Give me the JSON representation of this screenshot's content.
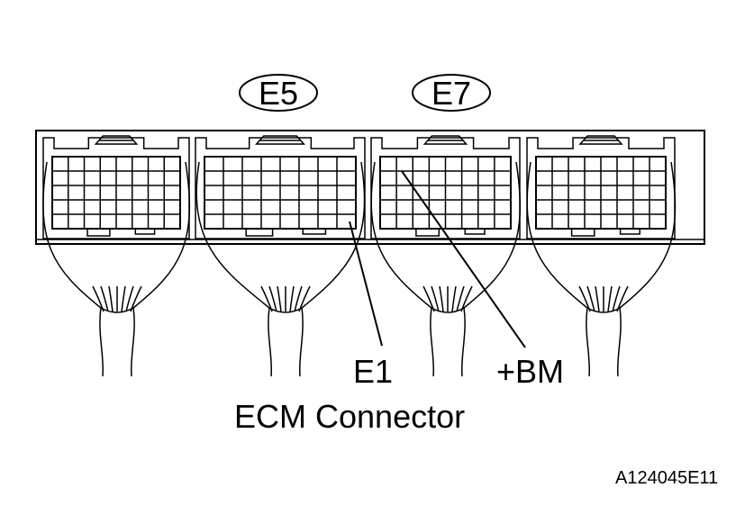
{
  "connector_tags": {
    "e5": "E5",
    "e7": "E7"
  },
  "pin_labels": {
    "e1": "E1",
    "bm": "+BM"
  },
  "caption": "ECM Connector",
  "figure_id": "A124045E11"
}
